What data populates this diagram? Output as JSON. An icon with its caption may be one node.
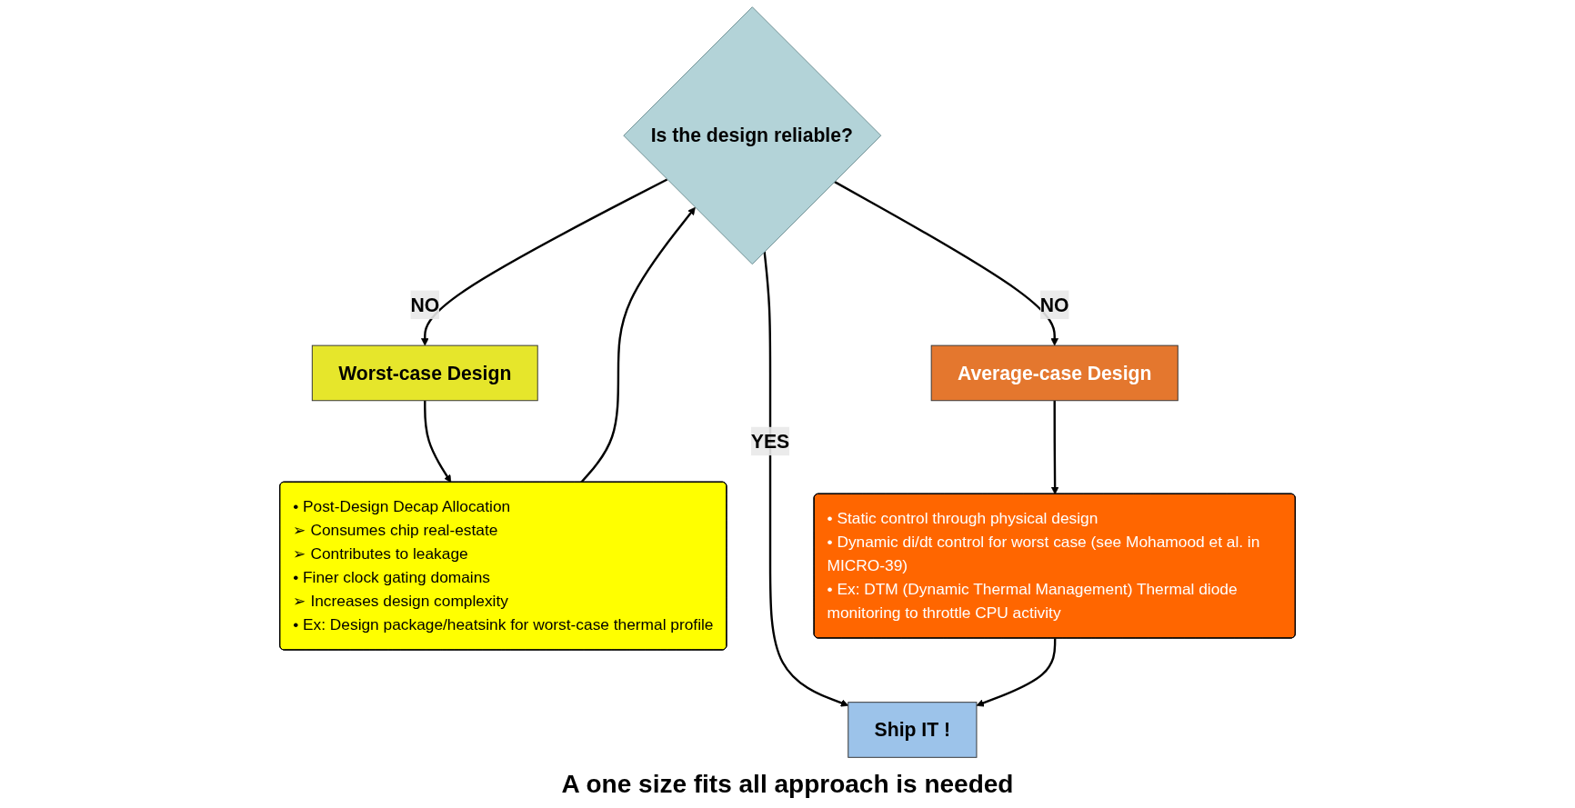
{
  "diagram": {
    "caption": "A one size fits all approach is needed",
    "nodes": [
      {
        "text": [
          "Is the design reliable?"
        ]
      },
      {
        "text": [
          "Ship IT !"
        ]
      },
      {
        "text": [
          "Worst-case Design"
        ]
      },
      {
        "text": [
          "Average-case Design"
        ]
      },
      {
        "text": [
          "• Post-Design Decap Allocation",
          "➢ Consumes chip real-estate",
          "➢ Contributes to leakage",
          "• Finer clock gating domains",
          "➢ Increases design complexity",
          "• Ex: Design package/heatsink for worst-case thermal profile"
        ]
      },
      {
        "text": [
          "• Static control through physical design",
          "• Dynamic di/dt control for worst case (see Mohamood et al. in MICRO-39)",
          "• Ex: DTM (Dynamic Thermal Management) Thermal diode monitoring to throttle CPU activity"
        ]
      }
    ],
    "edges": [
      {
        "from": 0,
        "to": 1,
        "arrow": "to",
        "label": "YES"
      },
      {
        "from": 0,
        "to": 2,
        "arrow": "to",
        "label": "NO"
      },
      {
        "from": 0,
        "to": 3,
        "arrow": "to",
        "label": "NO"
      },
      {
        "from": 2,
        "to": 4,
        "arrow": "to"
      },
      {
        "from": 3,
        "to": 5,
        "arrow": "to"
      },
      {
        "from": 4,
        "to": 0,
        "arrow": "to"
      },
      {
        "from": 5,
        "to": 1,
        "arrow": "to"
      }
    ]
  }
}
